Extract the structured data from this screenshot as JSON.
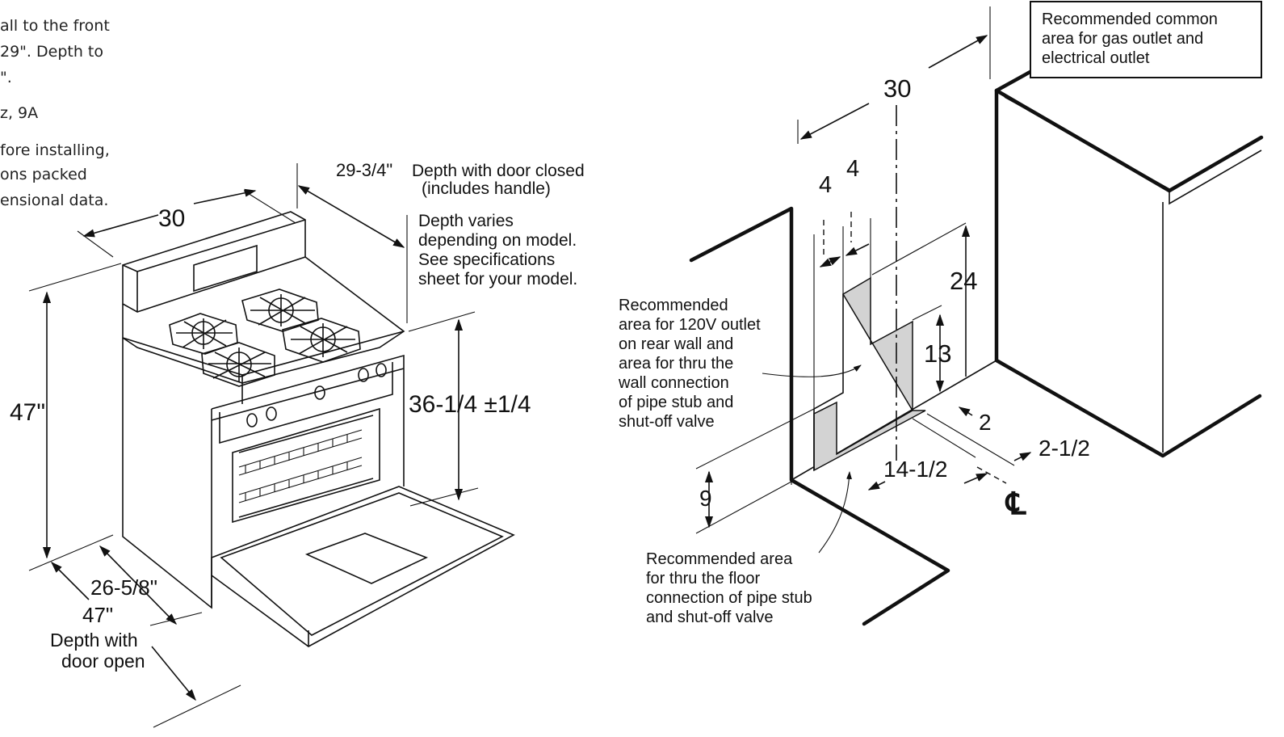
{
  "intro_lines": [
    "all to the front",
    "29\". Depth to",
    "\".",
    "z, 9A",
    "fore installing,",
    "ons packed",
    "ensional data."
  ],
  "range": {
    "width": "30",
    "depth_closed_value": "29-3/4\"",
    "depth_closed_label": "Depth with door closed",
    "depth_closed_note": "(includes handle)",
    "depth_varies_lines": [
      "Depth varies",
      "depending on model.",
      "See specifications",
      "sheet for your model."
    ],
    "cooktop_height": "36-1/4 ±1/4",
    "overall_height": "47\"",
    "base_depth": "26-5/8\"",
    "open_depth_value": "47\"",
    "open_depth_lines": [
      "Depth with",
      "door open"
    ]
  },
  "install": {
    "common_area_lines": [
      "Recommended common",
      "area for gas outlet and",
      "electrical outlet"
    ],
    "width": "30",
    "dim_4a": "4",
    "dim_4b": "4",
    "dim_24": "24",
    "dim_13": "13",
    "dim_2": "2",
    "dim_2_half": "2-1/2",
    "dim_14_half": "14-1/2",
    "dim_9": "9",
    "centerline": "℄",
    "wall_area_lines": [
      "Recommended",
      "area for 120V outlet",
      "on rear wall and",
      "area for thru the",
      "wall connection",
      "of pipe stub and",
      "shut-off valve"
    ],
    "floor_area_lines": [
      "Recommended area",
      "for thru the floor",
      "connection of pipe stub",
      "and shut-off valve"
    ]
  }
}
